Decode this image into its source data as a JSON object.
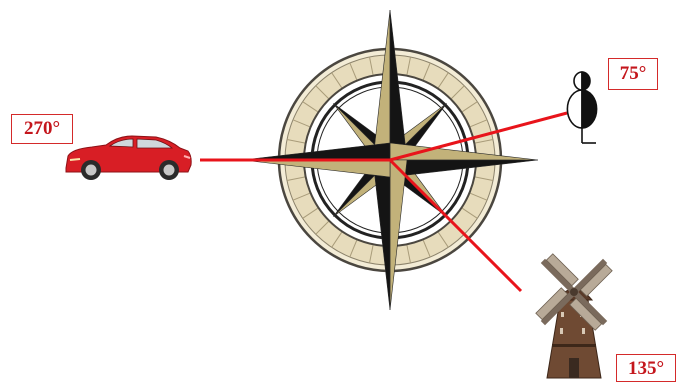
{
  "diagram": {
    "objects": [
      {
        "id": "car",
        "icon": "car-icon",
        "bearing_label": "270°"
      },
      {
        "id": "tower",
        "icon": "lighthouse-icon",
        "bearing_label": "75°"
      },
      {
        "id": "windmill",
        "icon": "windmill-icon",
        "bearing_label": "135°"
      }
    ],
    "colors": {
      "bearing_line": "#e8141b",
      "label_text": "#c4161c",
      "compass_ring": "#e7dcbc",
      "compass_gold": "#c2b27a",
      "car_body": "#d81e25",
      "windmill_body": "#6f4a33"
    }
  }
}
